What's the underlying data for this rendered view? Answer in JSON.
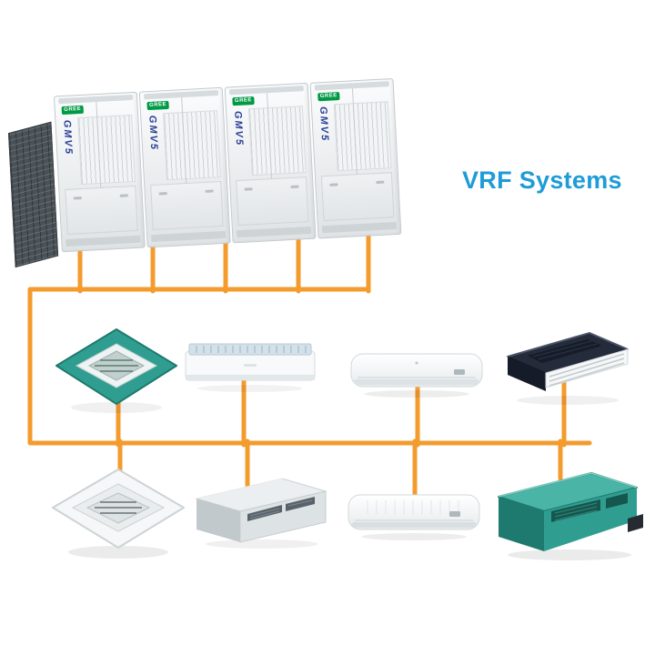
{
  "title": "VRF Systems",
  "colors": {
    "pipe": "#F49B2E",
    "title_blue": "#1E9CD7",
    "brand_green": "#009A44",
    "model_blue": "#2B3F96",
    "teal": "#2F9E91",
    "teal_light": "#4AB5A6",
    "teal_dark": "#1E7A6E",
    "navy": "#242B3A",
    "navy_dark": "#151B28"
  },
  "outdoor": {
    "brand": "GREE",
    "model": "GMV5",
    "unit_count": 4
  },
  "indoor": {
    "row1": [
      "four-way-cassette-teal",
      "ceiling-suspended-unit",
      "wall-mounted-split",
      "one-way-cassette-dark"
    ],
    "row2": [
      "four-way-cassette-white",
      "ducted-unit-grey",
      "wall-mounted-split",
      "ducted-unit-teal"
    ]
  }
}
